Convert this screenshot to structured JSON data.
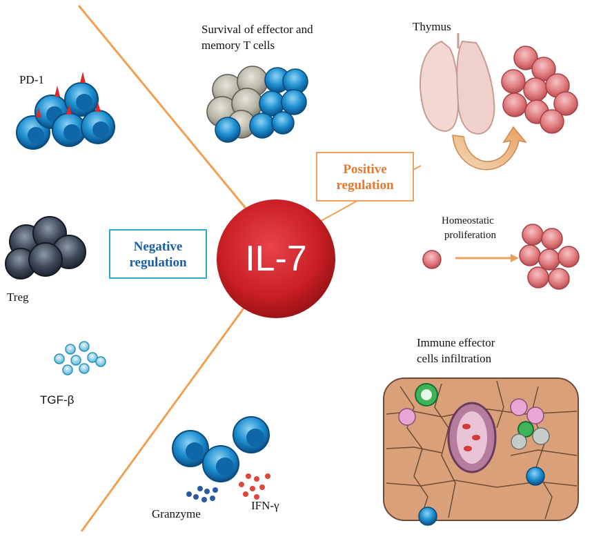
{
  "center": {
    "label": "IL-7",
    "color": "#c81e24"
  },
  "negative_box": {
    "line1": "Negative",
    "line2": "regulation",
    "color": "#1a5ea8",
    "border": "#2aa7c9"
  },
  "positive_box": {
    "line1": "Positive",
    "line2": "regulation",
    "color": "#e8762b",
    "border": "#f0a060"
  },
  "labels": {
    "pd1": "PD-1",
    "treg": "Treg",
    "tgfb": "TGF-β",
    "survival_line1": "Survival of effector and",
    "survival_line2": "memory T cells",
    "thymus": "Thymus",
    "homeostatic_line1": "Homeostatic",
    "homeostatic_line2": "proliferation",
    "immune_line1": "Immune effector",
    "immune_line2": "cells infiltration",
    "granzyme": "Granzyme",
    "ifn": "IFN-γ"
  },
  "colors": {
    "divider": "#f0a050",
    "t_cell_blue": "#1d8fd0",
    "treg_gray": "#3c4656",
    "pink_cell": "#e07c80",
    "tissue": "#d9a07a"
  }
}
